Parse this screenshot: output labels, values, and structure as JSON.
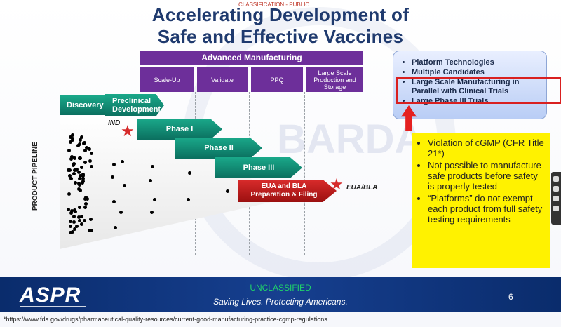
{
  "header": {
    "classification": "CLASSIFICATION - PUBLIC",
    "title_line1": "Accelerating Development of",
    "title_line2": "Safe and Effective Vaccines"
  },
  "watermark": {
    "text": "BARDA"
  },
  "manufacturing": {
    "title": "Advanced Manufacturing",
    "steps": [
      "Scale-Up",
      "Validate",
      "PPQ",
      "Large Scale Production and Storage"
    ]
  },
  "pipeline": {
    "y_label": "PRODUCT PIPELINE",
    "stages": [
      "Discovery",
      "Preclinical Development",
      "Phase I",
      "Phase II",
      "Phase III",
      "EUA and BLA Preparation & Filing"
    ],
    "ind_label": "IND",
    "eua_label": "EUA/BLA"
  },
  "bluebox": {
    "items": [
      "Platform Technologies",
      "Multiple Candidates",
      "Large Scale Manufacturing in Parallel with Clinical Trials",
      "Large Phase III Trials"
    ]
  },
  "yellowbox": {
    "items": [
      "Violation of cGMP (CFR Title 21*)",
      "Not possible to manufacture safe products before safety is properly tested",
      "“Platforms” do not exempt each product from full safety testing requirements"
    ]
  },
  "footer": {
    "logo": "ASPR",
    "classification": "UNCLASSIFIED",
    "motto": "Saving Lives. Protecting Americans.",
    "page_number": "6",
    "footnote": "*https://www.fda.gov/drugs/pharmaceutical-quality-resources/current-good-manufacturing-practice-cgmp-regulations"
  },
  "colors": {
    "navy": "#1f3a6e",
    "purple": "#6d2f9a",
    "teal": "#0b6f5f",
    "red": "#d92b2b",
    "yellow": "#fff200"
  },
  "icons": [
    "star-icon",
    "up-arrow-icon"
  ]
}
